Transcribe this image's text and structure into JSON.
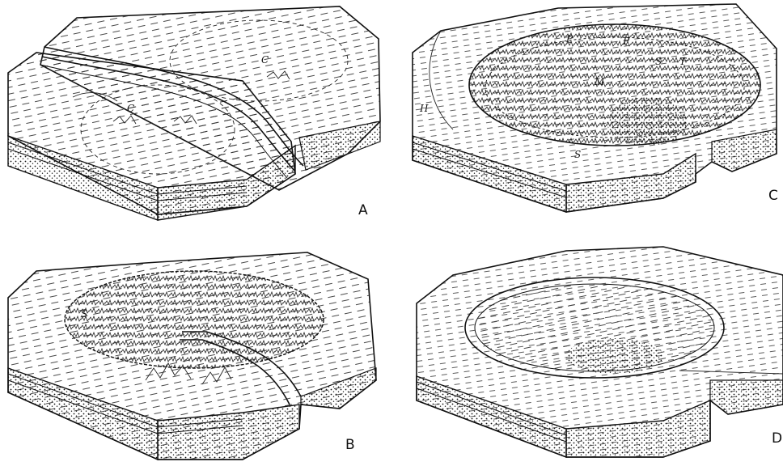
{
  "panels": [
    {
      "id": "A",
      "label": "A",
      "labels_in_figure": [
        "C",
        "C"
      ]
    },
    {
      "id": "B",
      "label": "B",
      "labels_in_figure": [
        "S"
      ]
    },
    {
      "id": "C",
      "label": "C",
      "labels_in_figure": [
        "H",
        "P",
        "P",
        "S",
        "T",
        "M",
        "S"
      ]
    },
    {
      "id": "D",
      "label": "D",
      "labels_in_figure": []
    }
  ],
  "colors": {
    "ink": "#111111",
    "paper": "#ffffff"
  }
}
